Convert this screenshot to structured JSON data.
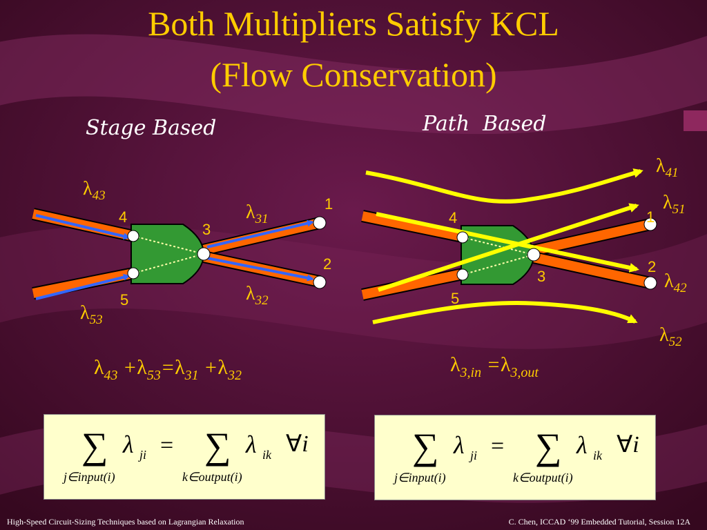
{
  "title_line1": "Both Multipliers Satisfy KCL",
  "title_line2": "(Flow Conservation)",
  "left": {
    "heading": "Stage Based",
    "labels": {
      "l43": "43",
      "l53": "53",
      "l31": "31",
      "l32": "32"
    },
    "nodes": {
      "n1": "1",
      "n2": "2",
      "n3": "3",
      "n4": "4",
      "n5": "5"
    },
    "equation": {
      "a": "43",
      "plus1": " +",
      "b": "53",
      "eq": "=",
      "c": "31",
      "plus2": " +",
      "d": "32"
    }
  },
  "right": {
    "heading": "Path  Based",
    "labels": {
      "l41": "41",
      "l51": "51",
      "l42": "42",
      "l52": "52"
    },
    "nodes": {
      "n1": "1",
      "n2": "2",
      "n3": "3",
      "n4": "4",
      "n5": "5"
    },
    "equation": {
      "a": "3,in",
      "eq": " =",
      "b": "3,out"
    }
  },
  "formula": {
    "sum": "∑",
    "lambda": "λ",
    "sub_in": "ji",
    "equals": "=",
    "sub_out": "ik",
    "forall": "∀",
    "var": "i",
    "lim_in": "j∈input(i)",
    "lim_out": "k∈output(i)"
  },
  "footer_left": "High-Speed Circuit-Sizing Techniques based on Lagrangian Relaxation",
  "footer_right": "C. Chen, ICCAD ‘99 Embedded Tutorial, Session 12A",
  "colors": {
    "title": "#ffcc00",
    "wire": "#ff6600",
    "gate": "#339933",
    "arrow_blue": "#3366ff",
    "path_yellow": "#ffff00",
    "box": "#ffffcc"
  }
}
